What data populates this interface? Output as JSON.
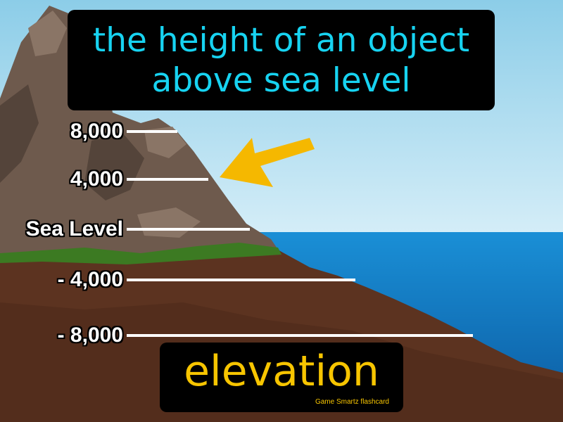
{
  "definition": "the height of an object above sea level",
  "levels": [
    {
      "label": "8,000",
      "key": "plus-8000"
    },
    {
      "label": "4,000",
      "key": "plus-4000"
    },
    {
      "label": "Sea Level",
      "key": "sea-level"
    },
    {
      "label": "- 4,000",
      "key": "minus-4000"
    },
    {
      "label": "- 8,000",
      "key": "minus-8000"
    }
  ],
  "term": "elevation",
  "credit": "Game Smartz  flashcard",
  "colors": {
    "sky": "#9fd6ec",
    "ocean": "#0f78c0",
    "soil": "#5c3320",
    "rock": "#6e5a4d",
    "grass": "#3c7a22",
    "arrow": "#f5b800",
    "definition_text": "#17d3f1",
    "term_text": "#f7c500"
  }
}
